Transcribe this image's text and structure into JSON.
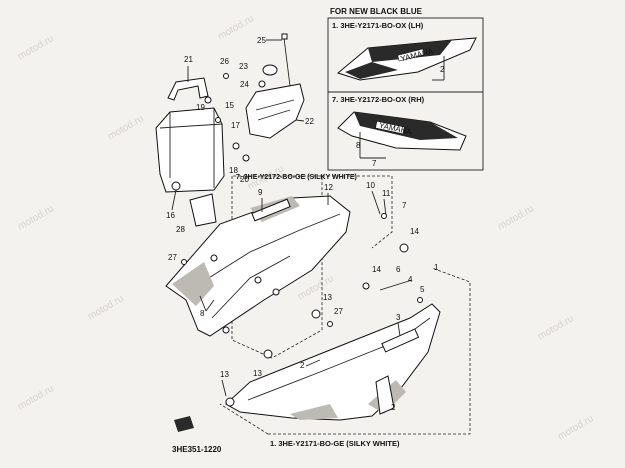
{
  "diagram": {
    "inset_heading": "FOR NEW BLACK BLUE",
    "variant_lh": "1. 3HE-Y2171-BO-OX (LH)",
    "variant_rh": "7. 3HE-Y2172-BO-OX (RH)",
    "callout_rh_white": "7. 3HE-Y2172-BO-GE (SILKY WHITE)",
    "callout_lh_white": "1. 3HE-Y2171-BO-GE (SILKY WHITE)",
    "diagram_code": "3HE351-1220",
    "badge_text": "YAMAHA",
    "watermark": "motod.ru",
    "part_numbers": {
      "p1": "1",
      "p2": "2",
      "p3": "3",
      "p4": "4",
      "p5": "5",
      "p6": "6",
      "p7": "7",
      "p8": "8",
      "p9": "9",
      "p10": "10",
      "p11": "11",
      "p12": "12",
      "p13": "13",
      "p14": "14",
      "p15": "15",
      "p16": "16",
      "p17": "17",
      "p18": "18",
      "p19": "19",
      "p20": "20",
      "p21": "21",
      "p22": "22",
      "p23": "23",
      "p24": "24",
      "p25": "25",
      "p26": "26",
      "p27": "27",
      "p28": "28",
      "inset_p2": "2",
      "inset_p7": "7",
      "inset_p8": "8"
    }
  }
}
